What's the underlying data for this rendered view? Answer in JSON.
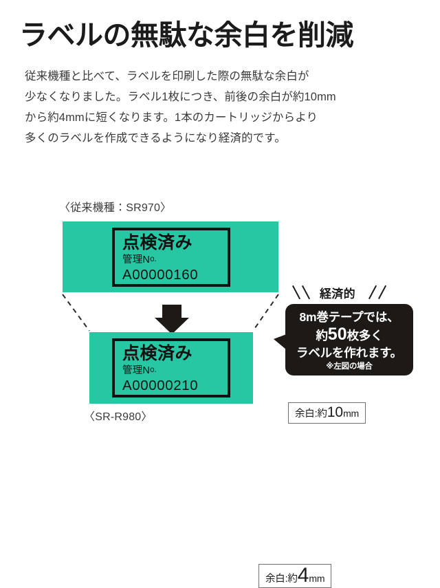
{
  "headline": "ラベルの無駄な余白を削減",
  "body_lines": [
    "従来機種と比べて、ラベルを印刷した際の無駄な余白が",
    "少なくなりました。ラベル1枚につき、前後の余白が約10mm",
    "から約4mmに短くなります。1本のカートリッジからより",
    "多くのラベルを作成できるようになり経済的です。"
  ],
  "diagram": {
    "old": {
      "caption": "〈従来機種：SR970〉",
      "label": {
        "title": "点検済み",
        "sub_main": "管理N",
        "sub_sup": "o.",
        "code": "A00000160"
      },
      "margin": {
        "lead": "余白:約",
        "number": "10",
        "unit": "mm"
      }
    },
    "new": {
      "caption": "〈SR-R980〉",
      "label": {
        "title": "点検済み",
        "sub_main": "管理N",
        "sub_sup": "o.",
        "code": "A00000210"
      },
      "margin": {
        "lead": "余白:約",
        "number": "4",
        "unit": "mm"
      }
    },
    "callout": {
      "banner": "経済的",
      "line1": "8m巻テープでは、",
      "line2_pre": "約",
      "line2_num": "50",
      "line2_post": "枚多く",
      "line3": "ラベルを作れます。",
      "note": "※左図の場合"
    }
  },
  "colors": {
    "tape_green": "#27c7a4",
    "ink_black": "#1c1917",
    "text_gray": "#3a3a3a"
  }
}
